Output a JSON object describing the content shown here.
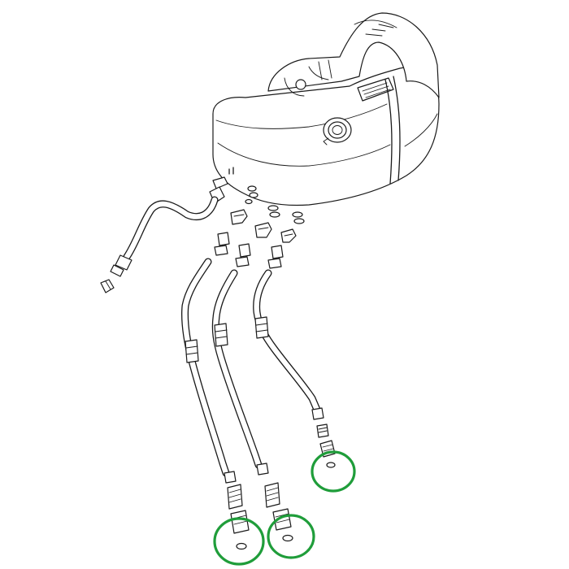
{
  "diagram": {
    "subject": "fuel-tank-assembly-exploded-view",
    "highlight_color": "#1f9d3a",
    "line_color": "#1a1a1a",
    "background": "#ffffff",
    "highlights": [
      "o-ring-right-line",
      "o-ring-left-line",
      "o-ring-center-line"
    ]
  }
}
